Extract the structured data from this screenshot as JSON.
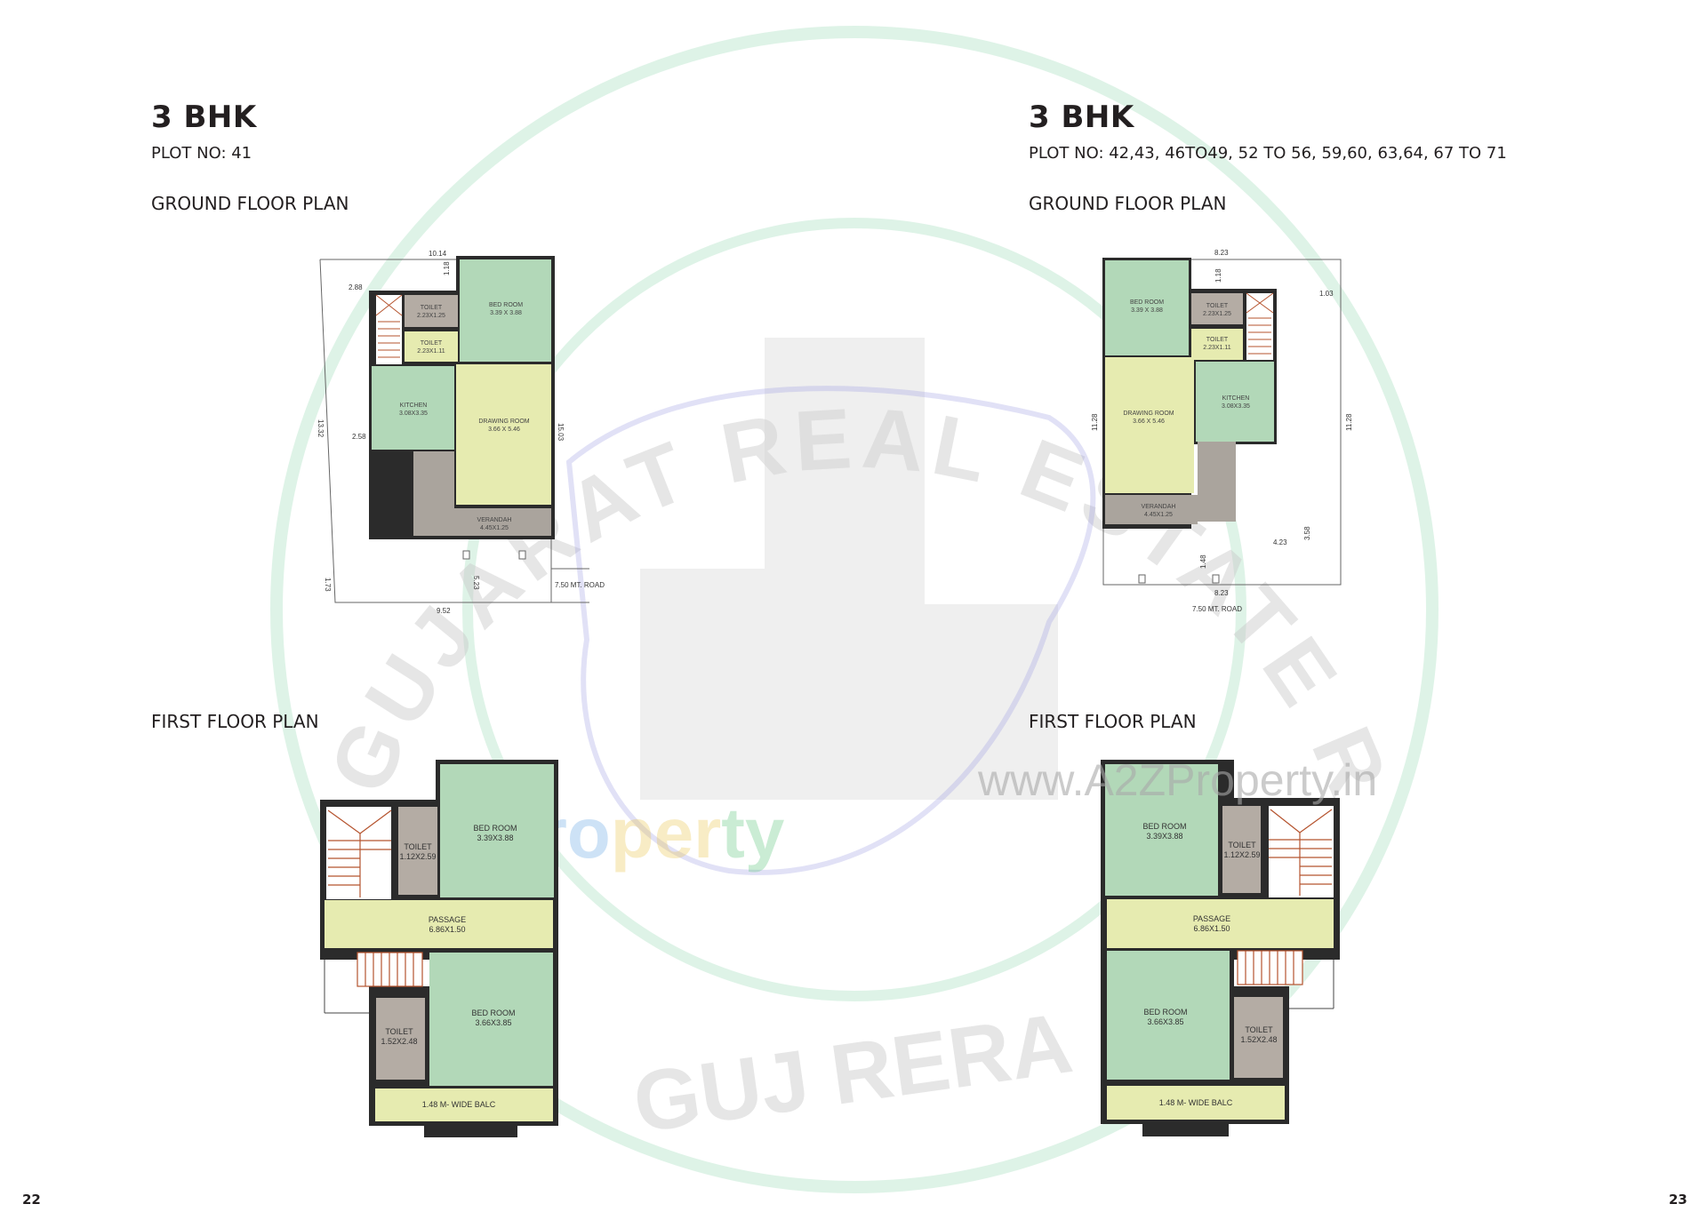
{
  "watermark": {
    "seal_text": "GUJARAT REAL ESTATE REGULATORY AUTHORITY",
    "seal_bottom": "GUJ RERA",
    "brand": "A2Z Property",
    "url": "www.A2ZProperty.in",
    "seal_color": "#2fb36b"
  },
  "colors": {
    "bedroom": "#b2d8b8",
    "drawing": "#e6ebb0",
    "toilet": "#b4aca4",
    "wall": "#2b2b2b",
    "stair": "#b5532e"
  },
  "left": {
    "title": "3 BHK",
    "plot_no": "PLOT NO: 41",
    "ground_heading": "GROUND FLOOR PLAN",
    "first_heading": "FIRST FLOOR PLAN",
    "ground": {
      "bedroom": {
        "name": "BED ROOM",
        "size": "3.39 X 3.88"
      },
      "toilet1": {
        "name": "TOILET",
        "size": "2.23X1.25"
      },
      "toilet2": {
        "name": "TOILET",
        "size": "2.23X1.11"
      },
      "kitchen": {
        "name": "KITCHEN",
        "size": "3.08X3.35"
      },
      "drawing": {
        "name": "DRAWING ROOM",
        "size": "3.66 X 5.46"
      },
      "verandah": {
        "name": "VERANDAH",
        "size": "4.45X1.25"
      },
      "dims": {
        "top": "10.14",
        "d288": "2.88",
        "d118": "1.18",
        "left": "13.32",
        "d258": "2.58",
        "right": "15.03",
        "d173": "1.73",
        "d523": "5.23",
        "bottom": "9.52",
        "road": "7.50 MT. ROAD"
      }
    },
    "first": {
      "bedroom1": {
        "name": "BED ROOM",
        "size": "3.39X3.88"
      },
      "toilet1": {
        "name": "TOILET",
        "size": "1.12X2.59"
      },
      "passage": {
        "name": "PASSAGE",
        "size": "6.86X1.50"
      },
      "bedroom2": {
        "name": "BED ROOM",
        "size": "3.66X3.85"
      },
      "toilet2": {
        "name": "TOILET",
        "size": "1.52X2.48"
      },
      "balcony": "1.48 M- WIDE BALC"
    },
    "page_number": "22"
  },
  "right": {
    "title": "3 BHK",
    "plot_no": "PLOT NO: 42,43, 46TO49, 52 TO 56, 59,60, 63,64, 67 TO 71",
    "ground_heading": "GROUND FLOOR PLAN",
    "first_heading": "FIRST FLOOR PLAN",
    "ground": {
      "bedroom": {
        "name": "BED ROOM",
        "size": "3.39 X 3.88"
      },
      "toilet1": {
        "name": "TOILET",
        "size": "2.23X1.25"
      },
      "toilet2": {
        "name": "TOILET",
        "size": "2.23X1.11"
      },
      "kitchen": {
        "name": "KITCHEN",
        "size": "3.08X3.35"
      },
      "drawing": {
        "name": "DRAWING ROOM",
        "size": "3.66 X 5.46"
      },
      "verandah": {
        "name": "VERANDAH",
        "size": "4.45X1.25"
      },
      "dims": {
        "top": "8.23",
        "d118": "1.18",
        "d103": "1.03",
        "left": "11.28",
        "right": "11.28",
        "d423": "4.23",
        "d358": "3.58",
        "d148": "1.48",
        "bottom": "8.23",
        "road": "7.50 MT. ROAD"
      }
    },
    "first": {
      "bedroom1": {
        "name": "BED ROOM",
        "size": "3.39X3.88"
      },
      "toilet1": {
        "name": "TOILET",
        "size": "1.12X2.59"
      },
      "passage": {
        "name": "PASSAGE",
        "size": "6.86X1.50"
      },
      "bedroom2": {
        "name": "BED ROOM",
        "size": "3.66X3.85"
      },
      "toilet2": {
        "name": "TOILET",
        "size": "1.52X2.48"
      },
      "balcony": "1.48 M- WIDE BALC"
    },
    "page_number": "23"
  }
}
